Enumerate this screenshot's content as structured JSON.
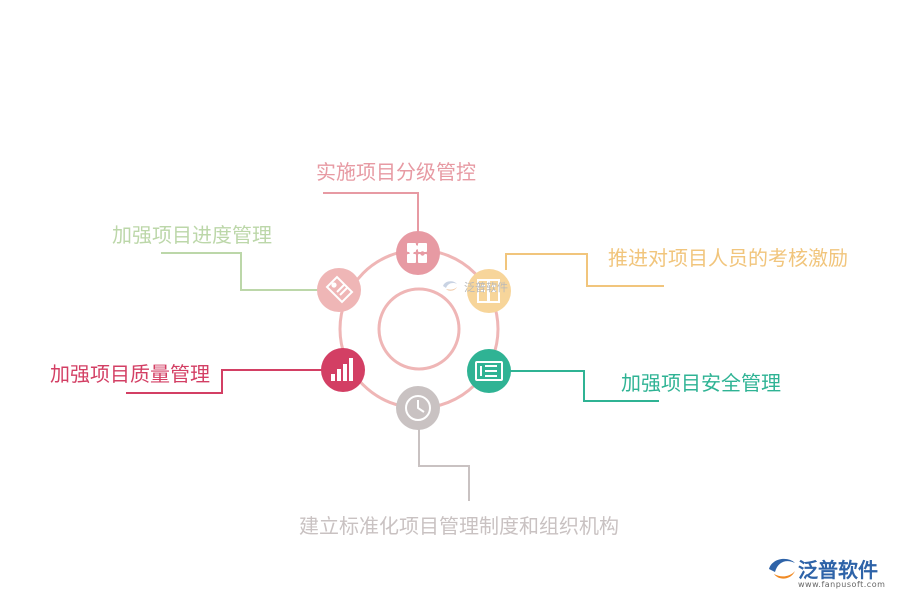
{
  "items": [
    {
      "text": "实施项目分级管控",
      "color": "#e79aa3",
      "icon": "puzzle-icon"
    },
    {
      "text": "推进对项目人员的考核激励",
      "color": "#f1c57c",
      "icon": "document-icon"
    },
    {
      "text": "加强项目安全管理",
      "color": "#2fb394",
      "icon": "book-icon"
    },
    {
      "text": "建立标准化项目管理制度和组织机构",
      "color": "#c9c2c2",
      "icon": "clock-icon"
    },
    {
      "text": "加强项目质量管理",
      "color": "#d33f64",
      "icon": "bar-chart-icon"
    },
    {
      "text": "加强项目进度管理",
      "color": "#bcd7a9",
      "icon": "tag-icon"
    }
  ],
  "ring_color": "#efb6b6",
  "watermark": {
    "text": "泛普软件"
  },
  "brand": {
    "name": "泛普软件",
    "url": "www.fanpusoft.com",
    "color": "#2e63a8"
  }
}
